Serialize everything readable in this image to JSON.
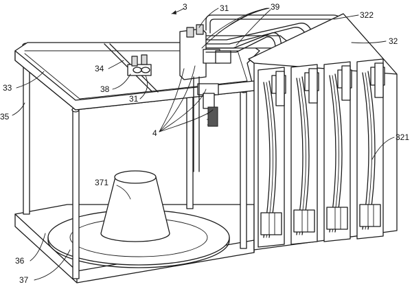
{
  "labels": {
    "l3": "3",
    "l31a": "31",
    "l39": "39",
    "l322": "322",
    "l32": "32",
    "l34": "34",
    "l33": "33",
    "l38": "38",
    "l31b": "31",
    "l35": "35",
    "l4": "4",
    "l321": "321",
    "l371": "371",
    "l36": "36",
    "l37": "37"
  }
}
